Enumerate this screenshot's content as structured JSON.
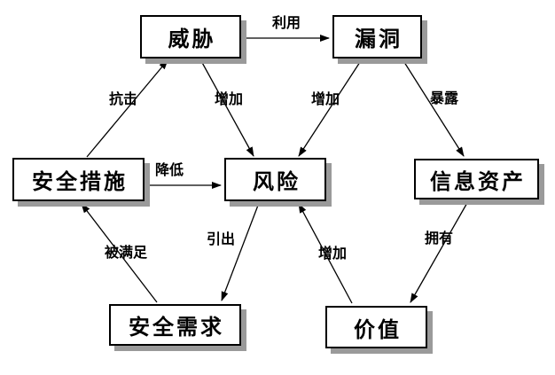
{
  "diagram": {
    "kind": "security-risk-concept-relationship-diagram",
    "language": "zh-CN",
    "colors": {
      "background": "#ffffff",
      "node_fill": "#ffffff",
      "node_border": "#000000",
      "node_shadow": "#9a9a9a",
      "line": "#000000",
      "text": "#000000"
    },
    "nodes": [
      {
        "id": "threat",
        "label": "威胁"
      },
      {
        "id": "vulnerability",
        "label": "漏洞"
      },
      {
        "id": "security-measures",
        "label": "安全措施"
      },
      {
        "id": "risk",
        "label": "风险"
      },
      {
        "id": "information-assets",
        "label": "信息资产"
      },
      {
        "id": "security-requirements",
        "label": "安全需求"
      },
      {
        "id": "value",
        "label": "价值"
      }
    ],
    "edges": [
      {
        "label": "利用",
        "from": "威胁",
        "to": "漏洞"
      },
      {
        "label": "抗击",
        "from": "安全措施",
        "to": "威胁"
      },
      {
        "label": "增加",
        "from": "威胁",
        "to": "风险"
      },
      {
        "label": "增加",
        "from": "漏洞",
        "to": "风险"
      },
      {
        "label": "暴露",
        "from": "漏洞",
        "to": "信息资产"
      },
      {
        "label": "降低",
        "from": "安全措施",
        "to": "风险"
      },
      {
        "label": "被满足",
        "from": "安全需求",
        "to": "安全措施"
      },
      {
        "label": "引出",
        "from": "风险",
        "to": "安全需求"
      },
      {
        "label": "增加",
        "from": "价值",
        "to": "风险"
      },
      {
        "label": "拥有",
        "from": "信息资产",
        "to": "价值"
      }
    ]
  }
}
